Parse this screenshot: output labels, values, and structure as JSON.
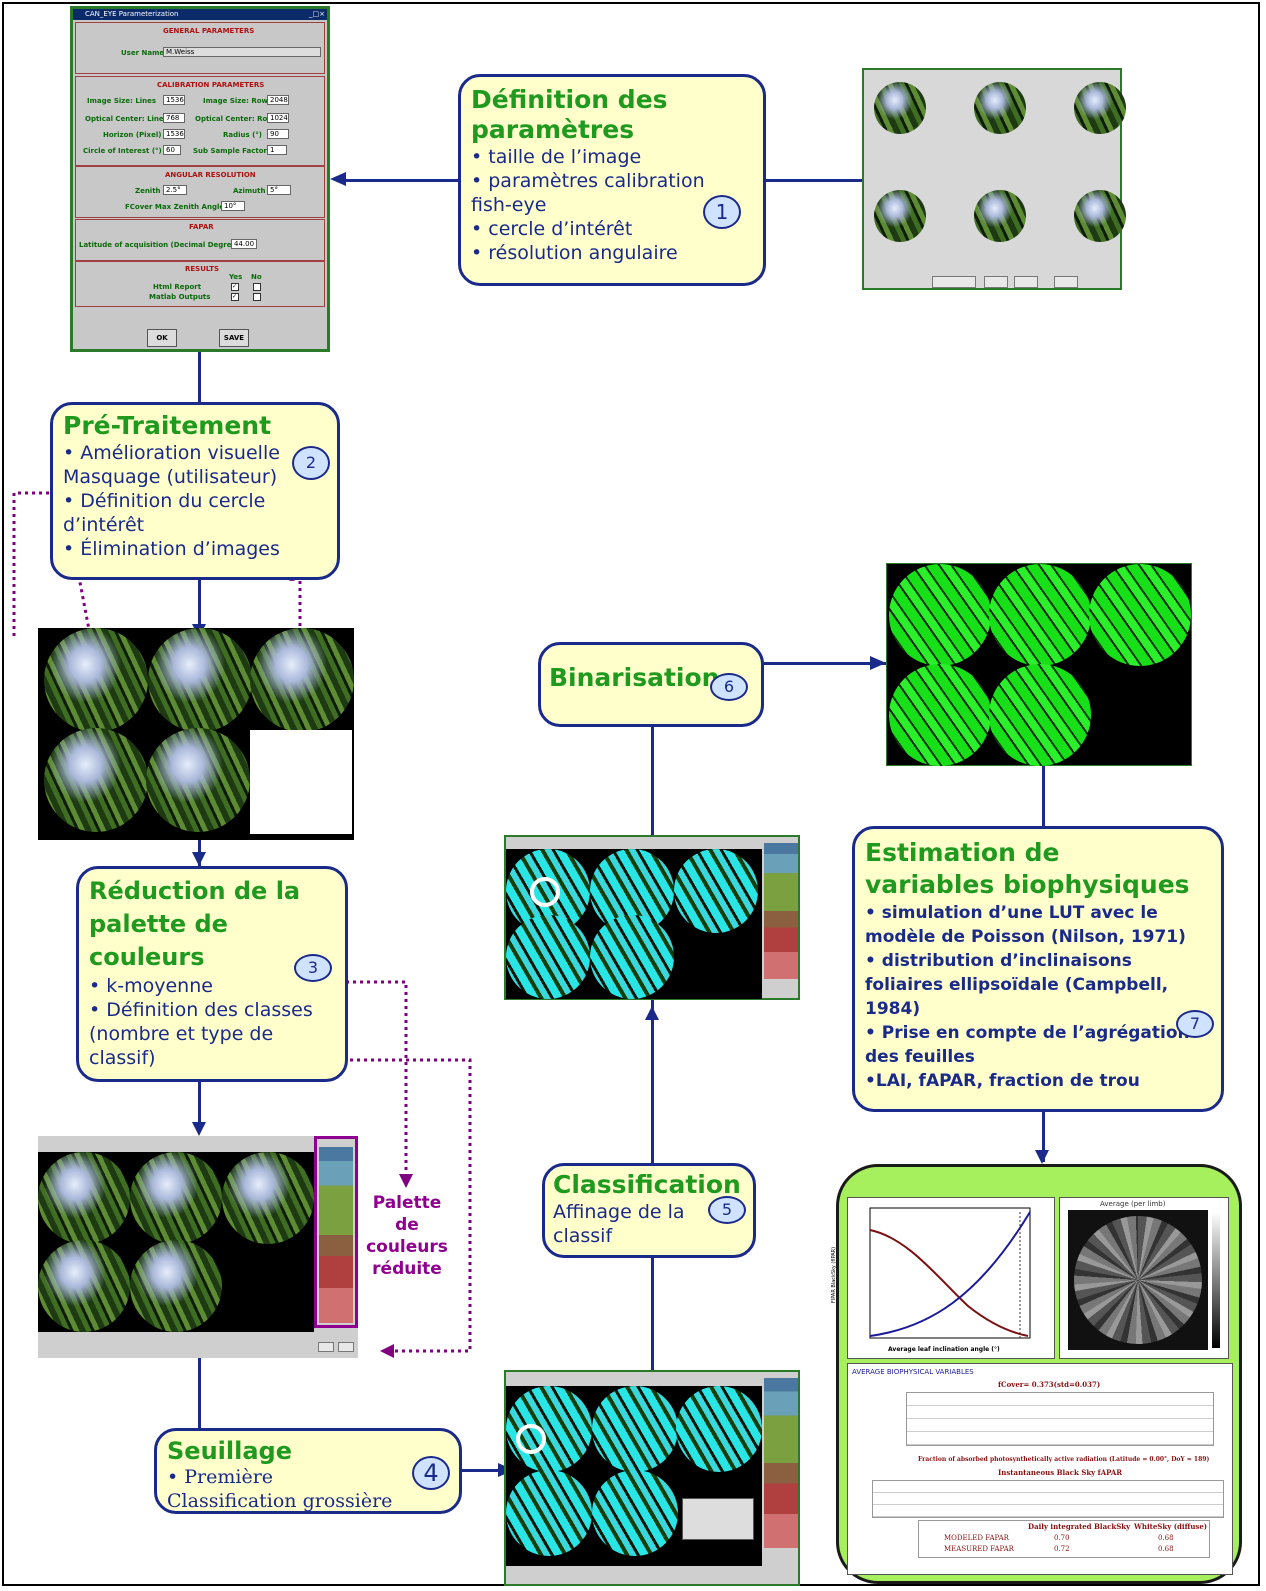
{
  "steps": {
    "s1": {
      "title": "Définition des paramètres",
      "lines": [
        "• taille de l’image",
        "• paramètres calibration fish-eye",
        "• cercle d’intérêt",
        "• résolution angulaire"
      ],
      "num": "1"
    },
    "s2": {
      "title": "Pré-Traitement",
      "lines": [
        "• Amélioration visuelle Masquage (utilisateur)",
        "• Définition du cercle d’intérêt",
        "• Élimination d’images"
      ],
      "num": "2"
    },
    "s3": {
      "title": "Réduction de la palette de couleurs",
      "lines": [
        "• k-moyenne",
        "• Définition des classes (nombre et type de classif)"
      ],
      "num": "3"
    },
    "s4": {
      "title": "Seuillage",
      "lines": [
        "• Première Classification grossière"
      ],
      "num": "4"
    },
    "s5": {
      "title": "Classification",
      "lines": [
        "Affinage de la classif"
      ],
      "num": "5"
    },
    "s6": {
      "title": "Binarisation",
      "num": "6"
    },
    "s7": {
      "title": "Estimation de variables biophysiques",
      "lines": [
        "• simulation d’une LUT avec le modèle de Poisson (Nilson, 1971)",
        "• distribution d’inclinaisons foliaires ellipsoïdale (Campbell, 1984)",
        "• Prise en compte de l’agrégation des feuilles",
        "•LAI, fAPAR, fraction de trou"
      ],
      "num": "7"
    }
  },
  "palette_label": "Palette de couleurs réduite",
  "dialog": {
    "title": "CAN_EYE Parameterization",
    "general": "GENERAL PARAMETERS",
    "user_label": "User Name :",
    "user_value": "M.Weiss",
    "calibration": "CALIBRATION PARAMETERS",
    "lines_label": "Image Size: Lines",
    "lines_value": "1536",
    "rows_label": "Image Size: Rows",
    "rows_value": "2048",
    "ocline_label": "Optical Center: Line",
    "ocline_value": "768",
    "ocrow_label": "Optical Center: Row",
    "ocrow_value": "1024",
    "horizon_label": "Horizon (Pixel)",
    "horizon_value": "1536",
    "radius_label": "Radius (°)",
    "radius_value": "90",
    "circle_label": "Circle of Interest (°)",
    "circle_value": "60",
    "subsample_label": "Sub Sample Factor",
    "subsample_value": "1",
    "angular": "ANGULAR RESOLUTION",
    "zenith_label": "Zenith",
    "zenith_value": "2.5°",
    "azimuth_label": "Azimuth",
    "azimuth_value": "5°",
    "fcover_label": "FCover Max Zenith Angle (°)",
    "fcover_value": "10°",
    "fapar": "FAPAR",
    "lat_label": "Latitude of acquisition (Decimal Degree)",
    "lat_value": "44.00",
    "results": "RESULTS",
    "yes": "Yes",
    "no": "No",
    "html_label": "Html Report",
    "matlab_label": "Matlab Outputs",
    "ok": "OK",
    "save": "SAVE"
  },
  "chart": {
    "ylabel": "FIPAR BlackSky (fIPAR)",
    "xlabel": "Average leaf inclination angle (°)",
    "heatmap_title": "Average (per limb)"
  },
  "table": {
    "title": "AVERAGE BIOPHYSICAL VARIABLES",
    "subtitle": "fCover= 0.373(std=0.037)",
    "fapar_title": "Fraction of absorbed photosynthetically active radiation (Latitude = 0.00°, DoY = 189)",
    "instant_title": "Instantaneous Black Sky fAPAR",
    "daily": "Daily integrated BlackSky",
    "white": "WhiteSky (diffuse)",
    "modeled": "MODELED FAPAR",
    "measured": "MEASURED FAPAR",
    "m_daily": "0.70",
    "m_white": "0.68",
    "ms_daily": "0.72",
    "ms_white": "0.68"
  }
}
